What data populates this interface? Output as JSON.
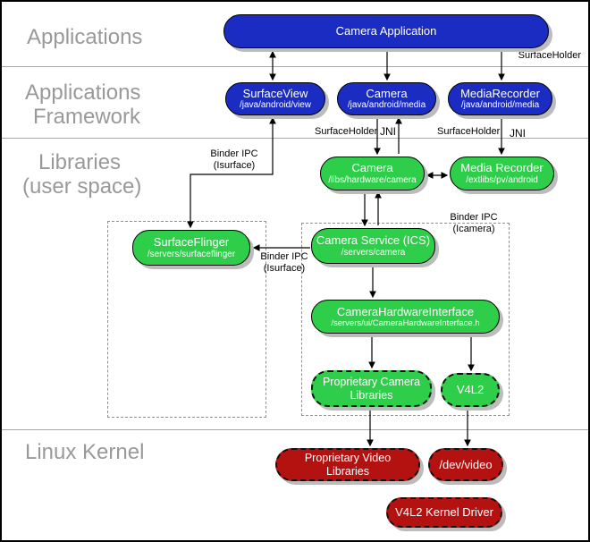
{
  "colors": {
    "blue": "#1b2cc2",
    "green": "#2fce4a",
    "red": "#b41111",
    "label_gray": "#999999",
    "shadow": "#bcbcbc"
  },
  "layers": {
    "apps": {
      "label": "Applications"
    },
    "framework": {
      "line1": "Applications",
      "line2": "Framework"
    },
    "libraries": {
      "line1": "Libraries",
      "line2": "(user space)"
    },
    "kernel": {
      "label": "Linux Kernel"
    }
  },
  "nodes": {
    "camera_application": {
      "title": "Camera Application"
    },
    "surfaceview": {
      "title": "SurfaceView",
      "subtitle": "/java/android/view"
    },
    "camera_java": {
      "title": "Camera",
      "subtitle": "/java/android/media"
    },
    "mediarecorder_java": {
      "title": "MediaRecorder",
      "subtitle": "/java/android/media"
    },
    "camera_lib": {
      "title": "Camera",
      "subtitle": "/libs/hardware/camera"
    },
    "media_recorder_lib": {
      "title": "Media Recorder",
      "subtitle": "/extlibs/pv/android"
    },
    "surfaceflinger": {
      "title": "SurfaceFlinger",
      "subtitle": "/servers/surfaceflinger"
    },
    "camera_service": {
      "title": "Camera Service (ICS)",
      "subtitle": "/servers/camera"
    },
    "camera_hardware_interface": {
      "title": "CameraHardwareInterface",
      "subtitle": "/servers/ui/CameraHardwareInterface.h"
    },
    "proprietary_camera_libraries": {
      "title": "Proprietary Camera Libraries"
    },
    "v4l2": {
      "title": "V4L2"
    },
    "proprietary_video_libraries": {
      "title": "Proprietary Video Libraries"
    },
    "dev_video": {
      "title": "/dev/video"
    },
    "v4l2_kernel_driver": {
      "title": "V4L2 Kernel Driver"
    }
  },
  "edge_labels": {
    "surfaceholder_app": "SurfaceHolder",
    "surfaceholder_camera": "SurfaceHolder",
    "jni_camera": "JNI",
    "surfaceholder_recorder": "SurfaceHolder",
    "jni_recorder": "JNI",
    "binder_isurface_view": {
      "line1": "Binder IPC",
      "line2": "(Isurface)"
    },
    "binder_isurface_service": {
      "line1": "Binder IPC",
      "line2": "(Isurface)"
    },
    "binder_icamera": {
      "line1": "Binder IPC",
      "line2": "(Icamera)"
    }
  }
}
